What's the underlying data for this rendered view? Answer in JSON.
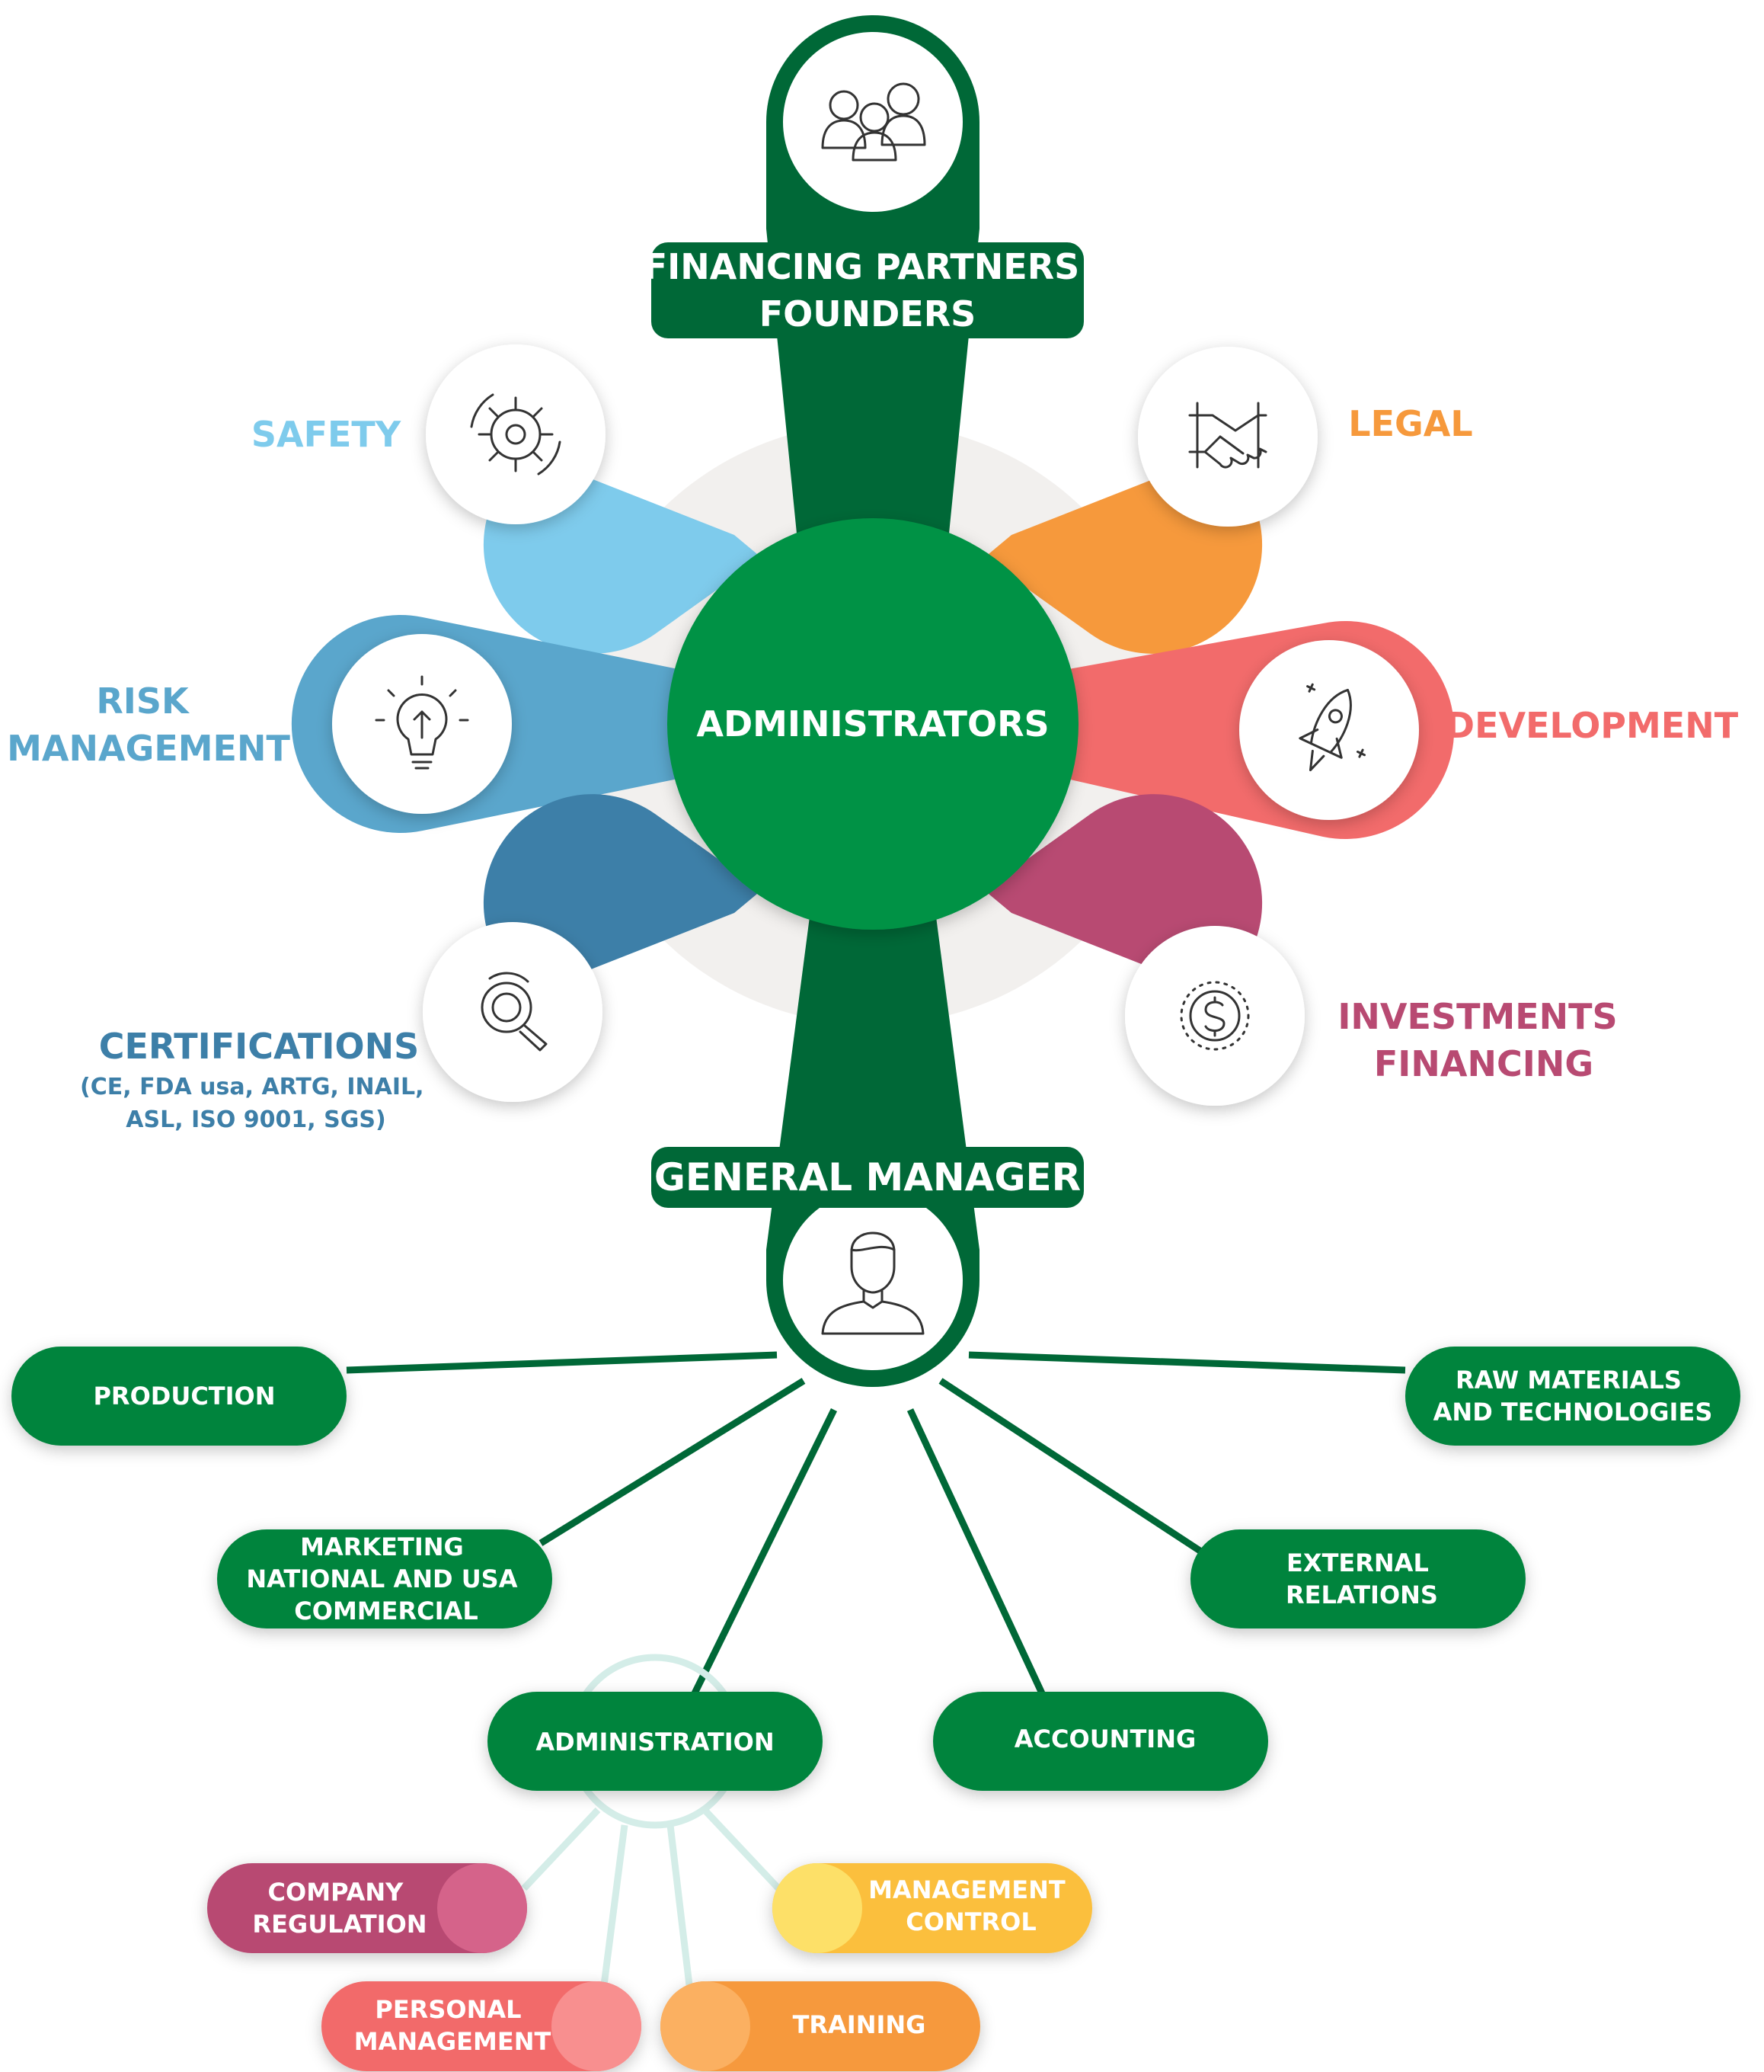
{
  "center": {
    "label": "ADMINISTRATORS"
  },
  "top_node": {
    "lines": [
      "FINANCING PARTNERS",
      "FOUNDERS"
    ],
    "icon": "people-group-icon"
  },
  "petals": [
    {
      "id": "safety",
      "lines": [
        "SAFETY"
      ],
      "color": "#7ecbec",
      "icon": "gear-icon"
    },
    {
      "id": "risk-management",
      "lines": [
        "RISK",
        "MANAGEMENT"
      ],
      "color": "#5aa6cc",
      "icon": "lightbulb-icon"
    },
    {
      "id": "certifications",
      "lines": [
        "CERTIFICATIONS"
      ],
      "sub_lines": [
        "(CE, FDA usa, ARTG, INAIL,",
        "ASL, ISO 9001, SGS)"
      ],
      "color": "#3d7fa8",
      "icon": "magnifier-icon"
    },
    {
      "id": "legal",
      "lines": [
        "LEGAL"
      ],
      "color": "#f6993c",
      "icon": "handshake-icon"
    },
    {
      "id": "development",
      "lines": [
        "DEVELOPMENT"
      ],
      "color": "#f26b6b",
      "icon": "rocket-icon"
    },
    {
      "id": "investments-financing",
      "lines": [
        "INVESTMENTS",
        "FINANCING"
      ],
      "color": "#b84a72",
      "icon": "dollar-coin-icon"
    }
  ],
  "general_manager": {
    "label": "GENERAL MANAGER",
    "icon": "user-icon"
  },
  "departments": [
    {
      "id": "production",
      "lines": [
        "PRODUCTION"
      ]
    },
    {
      "id": "raw-materials",
      "lines": [
        "RAW MATERIALS",
        "AND TECHNOLOGIES"
      ]
    },
    {
      "id": "marketing",
      "lines": [
        "MARKETING",
        "NATIONAL AND USA",
        "COMMERCIAL"
      ]
    },
    {
      "id": "external-relations",
      "lines": [
        "EXTERNAL",
        "RELATIONS"
      ]
    },
    {
      "id": "administration",
      "lines": [
        "ADMINISTRATION"
      ]
    },
    {
      "id": "accounting",
      "lines": [
        "ACCOUNTING"
      ]
    }
  ],
  "sub_departments": [
    {
      "id": "company-regulation",
      "lines": [
        "COMPANY",
        "REGULATION"
      ],
      "color": "#b84a72",
      "accent": "#d5638a"
    },
    {
      "id": "management-control",
      "lines": [
        "MANAGEMENT",
        "CONTROL"
      ],
      "color": "#fbbf3c",
      "accent": "#fde068"
    },
    {
      "id": "personal-management",
      "lines": [
        "PERSONAL",
        "MANAGEMENT"
      ],
      "color": "#f26b6b",
      "accent": "#f88f8f"
    },
    {
      "id": "training",
      "lines": [
        "TRAINING"
      ],
      "color": "#f6993c",
      "accent": "#fbb061"
    }
  ],
  "colors": {
    "dark_green": "#006837",
    "green": "#009245",
    "node_green": "#00843d",
    "halo": "#f2f0ee",
    "sub_connector": "#d4ede8"
  }
}
